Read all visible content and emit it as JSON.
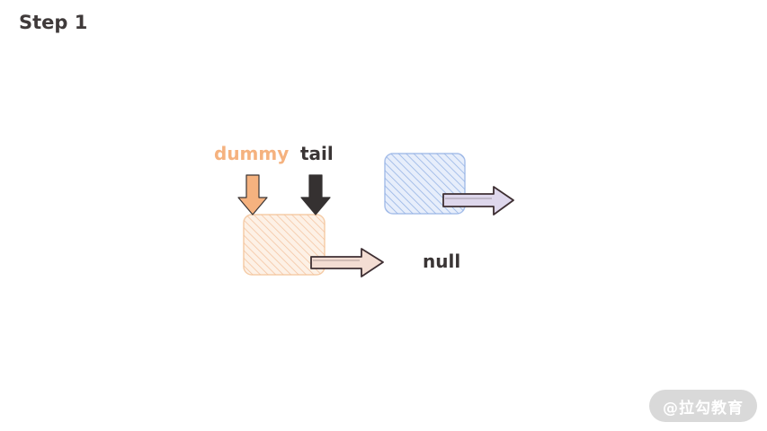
{
  "title": "Step 1",
  "pointers": {
    "dummy": {
      "label": "dummy",
      "color": "#f5b27f"
    },
    "tail": {
      "label": "tail",
      "color": "#353131"
    }
  },
  "nodes": {
    "dummy_node": {
      "fill": "#f8cfae",
      "stroke": "#f2c8a6"
    },
    "new_node": {
      "fill": "#a9c0ea",
      "stroke": "#9cb6e4"
    }
  },
  "null_label": "null",
  "watermark": "@拉勾教育"
}
